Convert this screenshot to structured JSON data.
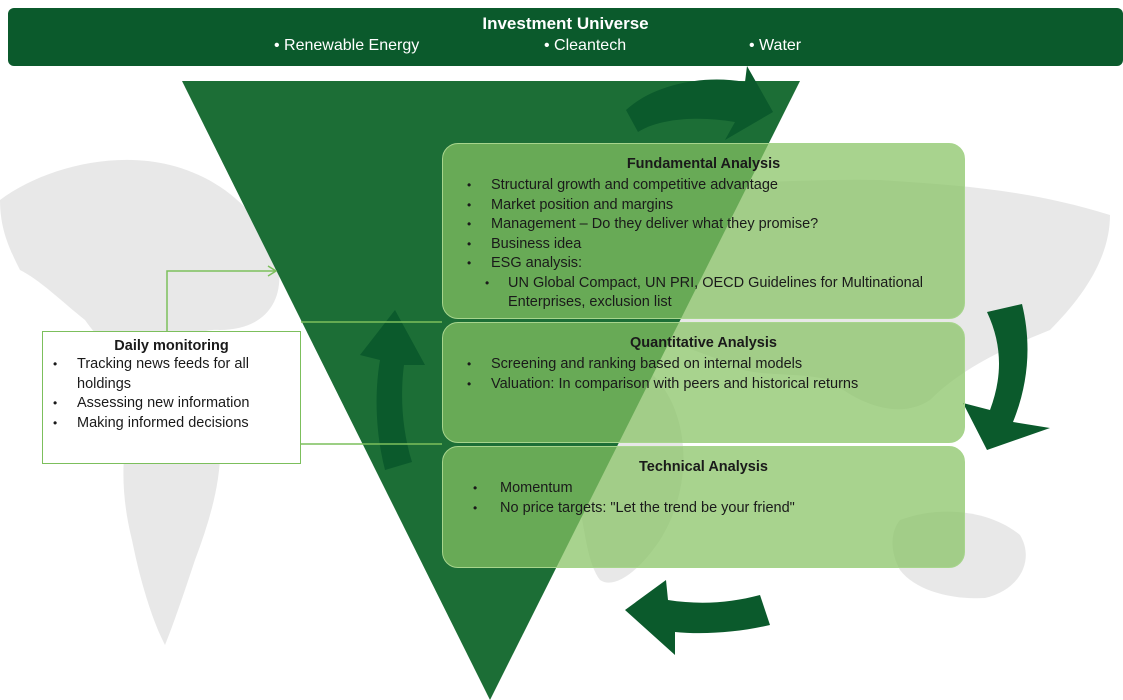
{
  "header": {
    "title": "Investment Universe",
    "items": [
      "• Renewable  Energy",
      "• Cleantech",
      "• Water"
    ]
  },
  "fundamental": {
    "title": "Fundamental Analysis",
    "items": [
      "Structural growth and competitive advantage",
      "Market position and margins",
      "Management – Do they deliver what they promise?",
      "Business idea",
      "ESG analysis:"
    ],
    "subitems": [
      "UN Global Compact, UN PRI, OECD Guidelines for Multinational Enterprises, exclusion list"
    ]
  },
  "quantitative": {
    "title": "Quantitative Analysis",
    "items": [
      "Screening and ranking based on internal models",
      "Valuation: In comparison with peers and historical returns"
    ]
  },
  "technical": {
    "title": "Technical Analysis",
    "items": [
      "Momentum",
      "No price targets: \"Let the trend be your friend\""
    ]
  },
  "daily": {
    "title": "Daily monitoring",
    "items": [
      "Tracking news feeds for all holdings",
      "Assessing new information",
      "Making informed decisions"
    ]
  },
  "colors": {
    "header": "#0b5a2c",
    "funnel": "#1c6e36",
    "arrow": "#0b5a2c",
    "box_fill": "#86c262",
    "connector": "#7cbf5c",
    "map": "#e4e4e4"
  }
}
